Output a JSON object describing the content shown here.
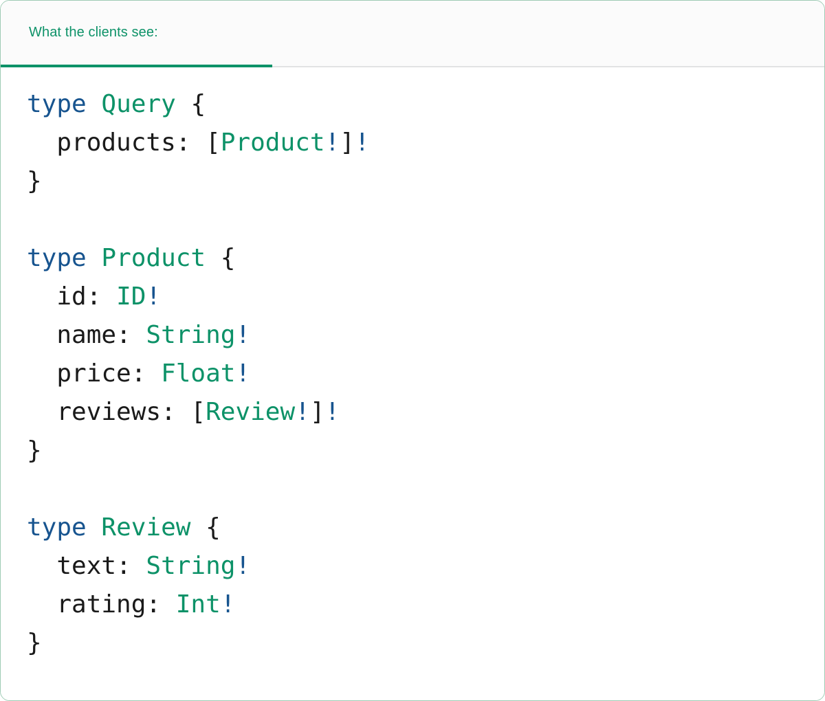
{
  "card": {
    "accent_color": "#0d9268",
    "border_color": "#9ecbb4",
    "background": "#ffffff"
  },
  "header": {
    "tab_label": "What the clients see:",
    "tab_active": true,
    "background": "#fbfbfb",
    "underline_color": "#0d9268",
    "divider_color": "#e2e3e4"
  },
  "code": {
    "language": "graphql",
    "colors": {
      "keyword": "#17548f",
      "type_name": "#0d9268",
      "punctuation": "#1a1a1a",
      "field_name": "#1a1a1a",
      "non_null_bang": "#17548f"
    },
    "lines": [
      {
        "tokens": [
          {
            "t": "type",
            "c": "kw"
          },
          {
            "t": " ",
            "c": "punct"
          },
          {
            "t": "Query",
            "c": "type"
          },
          {
            "t": " {",
            "c": "punct"
          }
        ]
      },
      {
        "tokens": [
          {
            "t": "  products",
            "c": "field"
          },
          {
            "t": ": [",
            "c": "punct"
          },
          {
            "t": "Product",
            "c": "type"
          },
          {
            "t": "!",
            "c": "bang"
          },
          {
            "t": "]",
            "c": "punct"
          },
          {
            "t": "!",
            "c": "bang"
          }
        ]
      },
      {
        "tokens": [
          {
            "t": "}",
            "c": "punct"
          }
        ]
      },
      {
        "tokens": [
          {
            "t": "",
            "c": "punct"
          }
        ]
      },
      {
        "tokens": [
          {
            "t": "type",
            "c": "kw"
          },
          {
            "t": " ",
            "c": "punct"
          },
          {
            "t": "Product",
            "c": "type"
          },
          {
            "t": " {",
            "c": "punct"
          }
        ]
      },
      {
        "tokens": [
          {
            "t": "  id",
            "c": "field"
          },
          {
            "t": ": ",
            "c": "punct"
          },
          {
            "t": "ID",
            "c": "type"
          },
          {
            "t": "!",
            "c": "bang"
          }
        ]
      },
      {
        "tokens": [
          {
            "t": "  name",
            "c": "field"
          },
          {
            "t": ": ",
            "c": "punct"
          },
          {
            "t": "String",
            "c": "type"
          },
          {
            "t": "!",
            "c": "bang"
          }
        ]
      },
      {
        "tokens": [
          {
            "t": "  price",
            "c": "field"
          },
          {
            "t": ": ",
            "c": "punct"
          },
          {
            "t": "Float",
            "c": "type"
          },
          {
            "t": "!",
            "c": "bang"
          }
        ]
      },
      {
        "tokens": [
          {
            "t": "  reviews",
            "c": "field"
          },
          {
            "t": ": [",
            "c": "punct"
          },
          {
            "t": "Review",
            "c": "type"
          },
          {
            "t": "!",
            "c": "bang"
          },
          {
            "t": "]",
            "c": "punct"
          },
          {
            "t": "!",
            "c": "bang"
          }
        ]
      },
      {
        "tokens": [
          {
            "t": "}",
            "c": "punct"
          }
        ]
      },
      {
        "tokens": [
          {
            "t": "",
            "c": "punct"
          }
        ]
      },
      {
        "tokens": [
          {
            "t": "type",
            "c": "kw"
          },
          {
            "t": " ",
            "c": "punct"
          },
          {
            "t": "Review",
            "c": "type"
          },
          {
            "t": " {",
            "c": "punct"
          }
        ]
      },
      {
        "tokens": [
          {
            "t": "  text",
            "c": "field"
          },
          {
            "t": ": ",
            "c": "punct"
          },
          {
            "t": "String",
            "c": "type"
          },
          {
            "t": "!",
            "c": "bang"
          }
        ]
      },
      {
        "tokens": [
          {
            "t": "  rating",
            "c": "field"
          },
          {
            "t": ": ",
            "c": "punct"
          },
          {
            "t": "Int",
            "c": "type"
          },
          {
            "t": "!",
            "c": "bang"
          }
        ]
      },
      {
        "tokens": [
          {
            "t": "}",
            "c": "punct"
          }
        ]
      }
    ]
  }
}
